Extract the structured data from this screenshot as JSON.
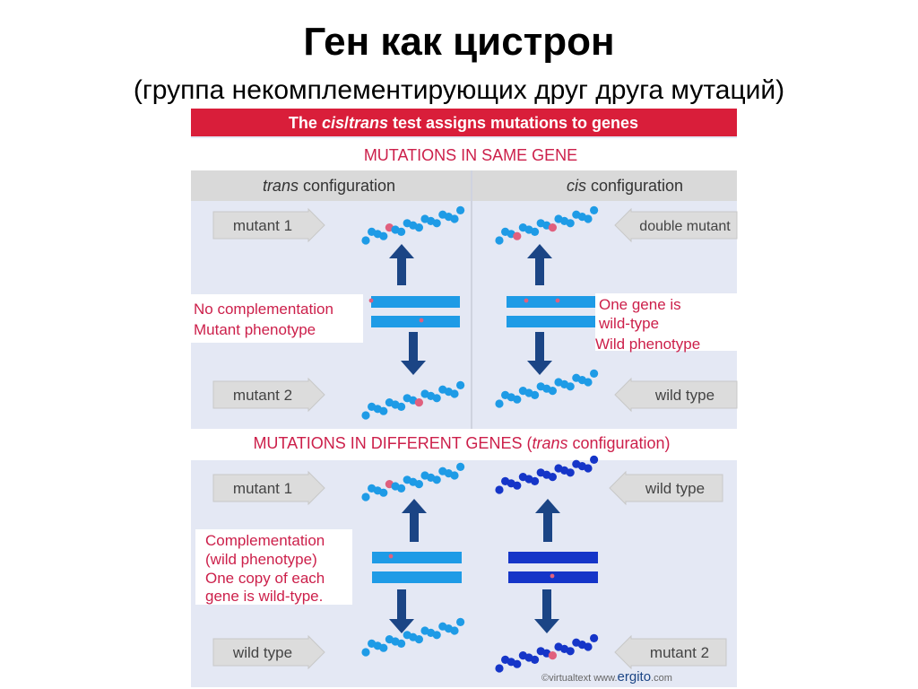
{
  "page": {
    "title": "Ген как цистрон",
    "subtitle": "(группа некомплементирующих друг друга мутаций)"
  },
  "figure": {
    "banner": {
      "prefix": "The ",
      "cis": "cis",
      "slash": "/",
      "trans": "trans",
      "suffix": " test assigns mutations to genes"
    },
    "same_gene_header": "MUTATIONS IN SAME GENE",
    "trans_col": {
      "italic": "trans",
      "rest": " configuration"
    },
    "cis_col": {
      "italic": "cis",
      "rest": " configuration"
    },
    "diff_header": {
      "prefix": "MUTATIONS IN DIFFERENT GENES (",
      "italic": "trans",
      "suffix": " configuration)"
    },
    "arrows": {
      "mutant1_a": "mutant 1",
      "double_mutant": "double mutant",
      "mutant2_a": "mutant 2",
      "wild_type_a": "wild type",
      "mutant1_b": "mutant 1",
      "wild_type_b": "wild type",
      "wild_type_c": "wild type",
      "mutant2_b": "mutant 2"
    },
    "notes": {
      "no_comp_1": "No complementation",
      "no_comp_2": "Mutant phenotype",
      "one_gene_1": "One gene is",
      "one_gene_2": "wild-type",
      "one_gene_3": "Wild phenotype",
      "comp_1": "Complementation",
      "comp_2": "(wild phenotype)",
      "comp_3": "One copy of each",
      "comp_4": "gene is wild-type."
    },
    "credit": {
      "left": "©virtualtext www.",
      "brand": "ergito",
      "right": ".com"
    },
    "colors": {
      "banner": "#d91e3a",
      "panel": "#e4e8f4",
      "header_gray": "#d9d9d9",
      "light_blue": "#1e9be6",
      "dark_blue": "#1535c8",
      "navy_arrow": "#1b4585",
      "mutation": "#e0607e",
      "note_text": "#cc1f4a"
    }
  }
}
